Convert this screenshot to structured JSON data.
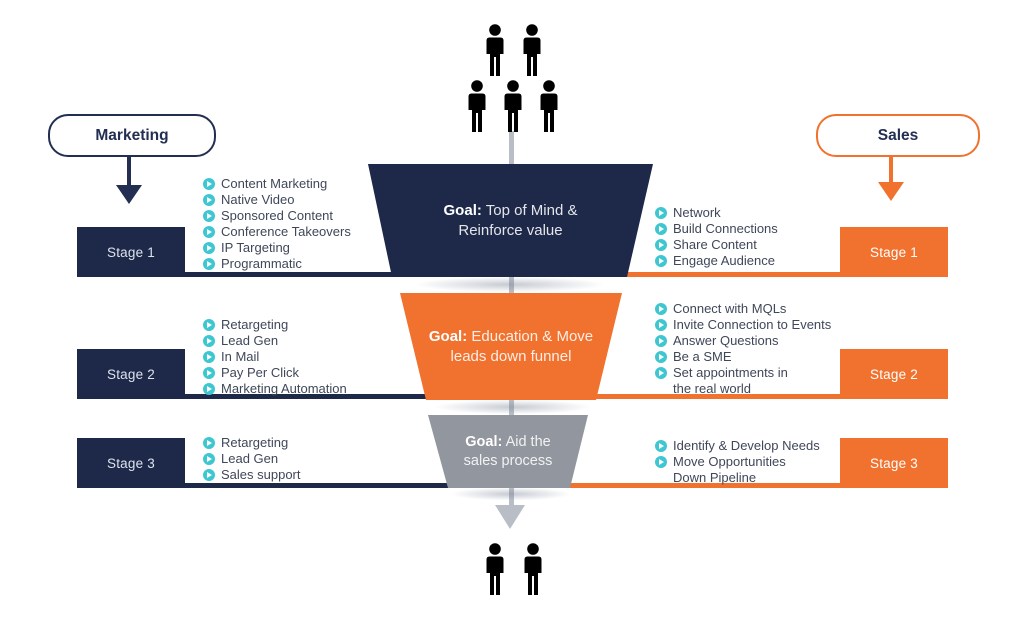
{
  "colors": {
    "navy": "#1e2949",
    "orange": "#f0722e",
    "gray": "#92969e",
    "teal_bullet": "#3fc7d1",
    "spine_gray": "#b9bec6",
    "person_slate": "#3d4f6c"
  },
  "marketing": {
    "pill_label": "Marketing",
    "stages": [
      {
        "label": "Stage 1",
        "items": [
          "Content Marketing",
          "Native Video",
          "Sponsored Content",
          "Conference Takeovers",
          "IP Targeting",
          "Programmatic"
        ]
      },
      {
        "label": "Stage 2",
        "items": [
          "Retargeting",
          "Lead Gen",
          "In Mail",
          "Pay Per Click",
          "Marketing Automation"
        ]
      },
      {
        "label": "Stage 3",
        "items": [
          "Retargeting",
          "Lead Gen",
          "Sales support"
        ]
      }
    ]
  },
  "sales": {
    "pill_label": "Sales",
    "stages": [
      {
        "label": "Stage 1",
        "items": [
          "Network",
          "Build Connections",
          "Share Content",
          "Engage Audience"
        ]
      },
      {
        "label": "Stage 2",
        "items": [
          "Connect with MQLs",
          "Invite Connection to Events",
          "Answer Questions",
          "Be a SME",
          "Set appointments in\nthe real world"
        ]
      },
      {
        "label": "Stage 3",
        "items": [
          "Identify & Develop Needs",
          "Move Opportunities\nDown Pipeline"
        ]
      }
    ]
  },
  "funnel": {
    "sections": [
      {
        "goal_label": "Goal:",
        "goal_text": " Top of Mind & Reinforce value"
      },
      {
        "goal_label": "Goal:",
        "goal_text": " Education & Move leads down funnel"
      },
      {
        "goal_label": "Goal:",
        "goal_text": " Aid the sales process"
      }
    ]
  }
}
